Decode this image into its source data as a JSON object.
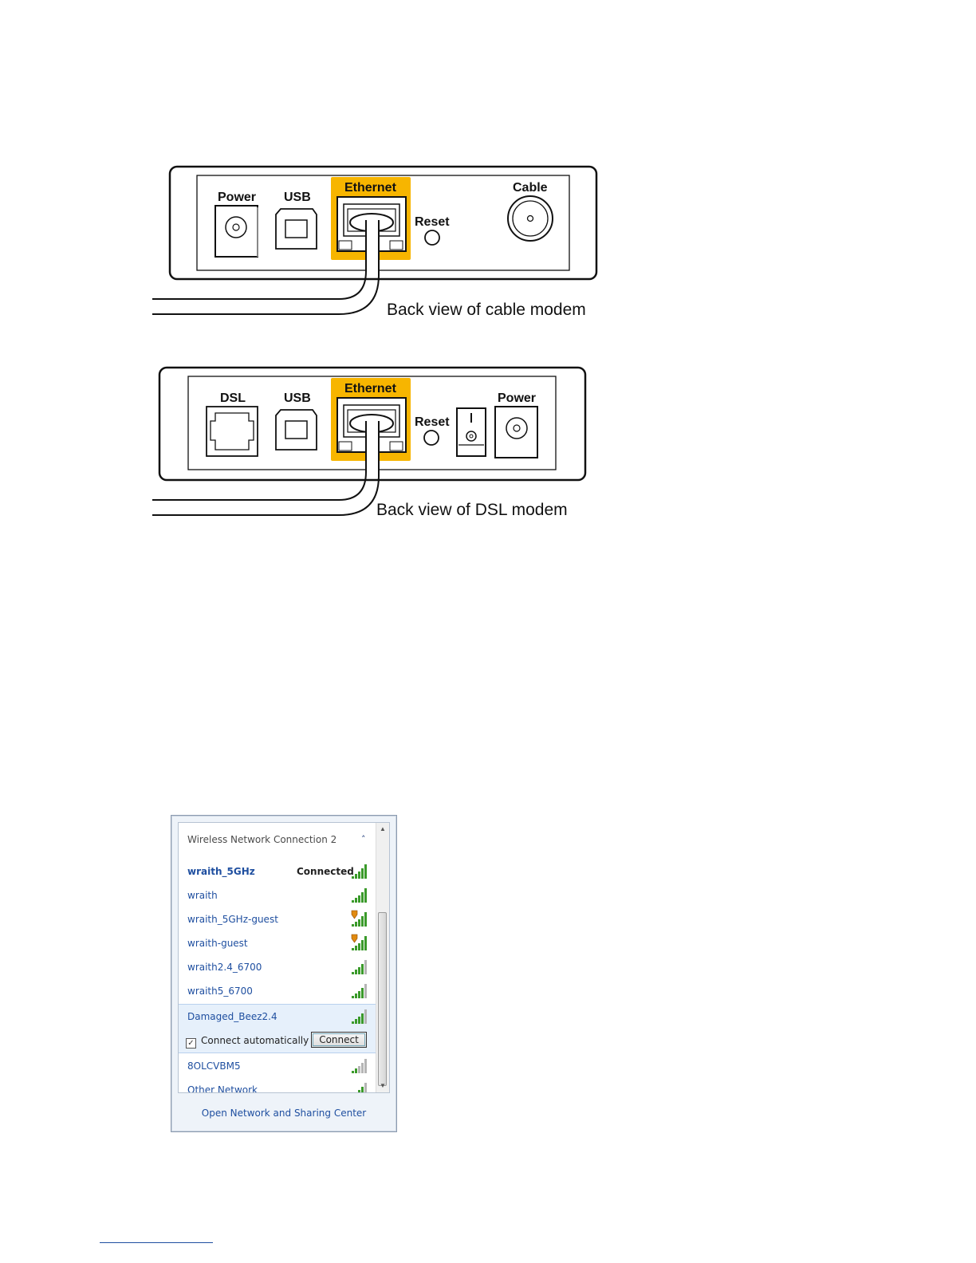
{
  "cable_modem": {
    "ports": {
      "power": "Power",
      "usb": "USB",
      "ethernet": "Ethernet",
      "reset": "Reset",
      "cable": "Cable"
    },
    "caption": "Back view of cable modem"
  },
  "dsl_modem": {
    "ports": {
      "dsl": "DSL",
      "usb": "USB",
      "ethernet": "Ethernet",
      "reset": "Reset",
      "power": "Power"
    },
    "caption": "Back view of DSL modem"
  },
  "colors": {
    "ethernet_highlight": "#f7b500",
    "link_blue": "#1f4fa0",
    "signal_green": "#3a9a2a"
  },
  "wifi_flyout": {
    "header": "Wireless Network Connection 2",
    "networks": [
      {
        "name": "wraith_5GHz",
        "status": "Connected",
        "signal_icon": "wifi-signal-full-icon"
      },
      {
        "name": "wraith",
        "status": "",
        "signal_icon": "wifi-signal-full-icon"
      },
      {
        "name": "wraith_5GHz-guest",
        "status": "",
        "signal_icon": "wifi-signal-shield-icon"
      },
      {
        "name": "wraith-guest",
        "status": "",
        "signal_icon": "wifi-signal-shield-icon"
      },
      {
        "name": "wraith2.4_6700",
        "status": "",
        "signal_icon": "wifi-signal-medium-icon"
      },
      {
        "name": "wraith5_6700",
        "status": "",
        "signal_icon": "wifi-signal-medium-icon"
      },
      {
        "name": "Damaged_Beez2.4",
        "status": "",
        "signal_icon": "wifi-signal-medium-icon"
      },
      {
        "name": "8OLCVBM5",
        "status": "",
        "signal_icon": "wifi-signal-low-icon"
      },
      {
        "name": "Other Network",
        "status": "",
        "signal_icon": "wifi-signal-medium-icon"
      }
    ],
    "selected": {
      "connect_automatically_label": "Connect automatically",
      "connect_automatically_checked": true,
      "connect_button": "Connect"
    },
    "footer_link": "Open Network and Sharing Center"
  }
}
